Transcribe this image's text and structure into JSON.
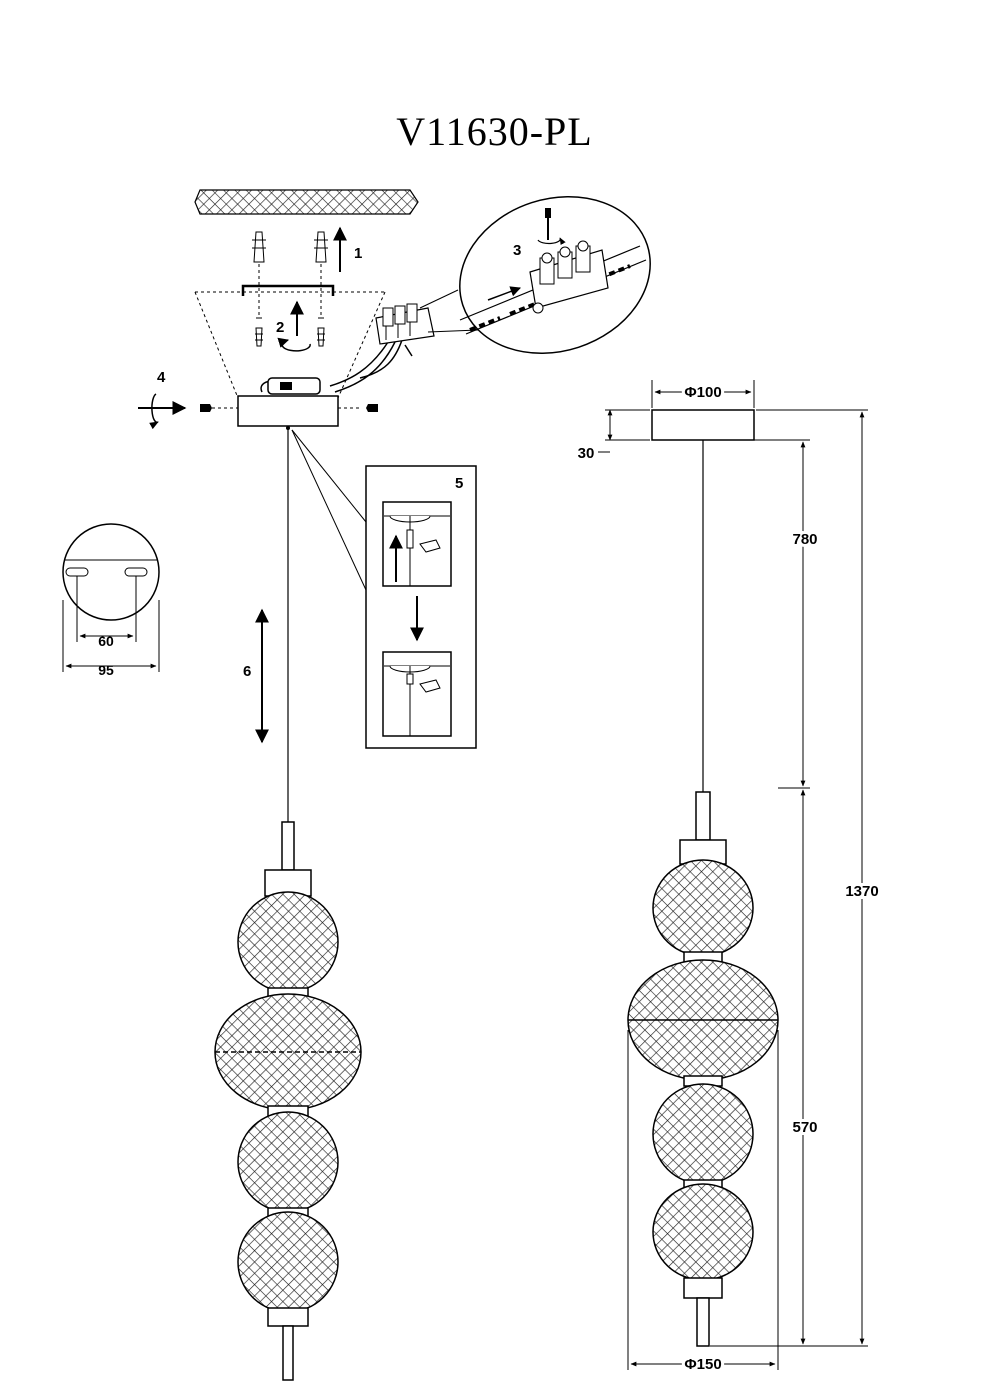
{
  "title": "V11630-PL",
  "steps": [
    "1",
    "2",
    "3",
    "4",
    "5",
    "6"
  ],
  "plate_detail": {
    "hole_spacing": "60",
    "diameter": "95"
  },
  "dimensions": {
    "canopy_diameter": "Φ100",
    "canopy_height": "30",
    "cable_length": "780",
    "shade_length": "570",
    "total_height": "1370",
    "shade_diameter": "Φ150"
  }
}
